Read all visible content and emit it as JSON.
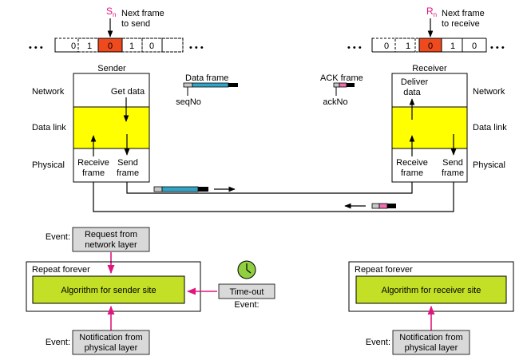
{
  "sender_window": {
    "pointer_letter": "S",
    "pointer_sub": "n",
    "caption_line1": "Next frame",
    "caption_line2": "to send",
    "cells": [
      "0",
      "1",
      "0",
      "1",
      "0"
    ],
    "highlight_index": 2,
    "dots": "• • •"
  },
  "receiver_window": {
    "pointer_letter": "R",
    "pointer_sub": "n",
    "caption_line1": "Next frame",
    "caption_line2": "to receive",
    "cells": [
      "0",
      "1",
      "0",
      "1",
      "0"
    ],
    "highlight_index": 2,
    "dots": "• • •"
  },
  "sender": {
    "title": "Sender",
    "get_data": "Get data",
    "receive_line1": "Receive",
    "receive_line2": "frame",
    "send_line1": "Send",
    "send_line2": "frame"
  },
  "receiver": {
    "title": "Receiver",
    "deliver_line1": "Deliver",
    "deliver_line2": "data",
    "receive_line1": "Receive",
    "receive_line2": "frame",
    "send_line1": "Send",
    "send_line2": "frame"
  },
  "layers": {
    "network": "Network",
    "data_link": "Data link",
    "physical": "Physical"
  },
  "data_frame_legend": {
    "title": "Data frame",
    "field": "seqNo"
  },
  "ack_frame_legend": {
    "title": "ACK frame",
    "field": "ackNo"
  },
  "sender_algorithm": {
    "repeat": "Repeat forever",
    "algorithm": "Algorithm for sender site",
    "event_label": "Event:",
    "request_line1": "Request from",
    "request_line2": "network layer",
    "notification_line1": "Notification from",
    "notification_line2": "physical layer",
    "timeout": "Time-out",
    "timeout_event": "Event:"
  },
  "receiver_algorithm": {
    "repeat": "Repeat forever",
    "algorithm": "Algorithm for receiver site",
    "event_label": "Event:",
    "notification_line1": "Notification from",
    "notification_line2": "physical layer"
  },
  "colors": {
    "highlight_cell": "#ee4a1e",
    "data_link_band": "#ffff00",
    "algorithm_fill": "#c4e026",
    "event_box": "#d9d9d9",
    "event_arrow": "#e0157e",
    "frame_cyan": "#2fa6c9",
    "frame_pink": "#f06fae",
    "frame_gray": "#c8c8c8",
    "timer_fill": "#90d040"
  }
}
